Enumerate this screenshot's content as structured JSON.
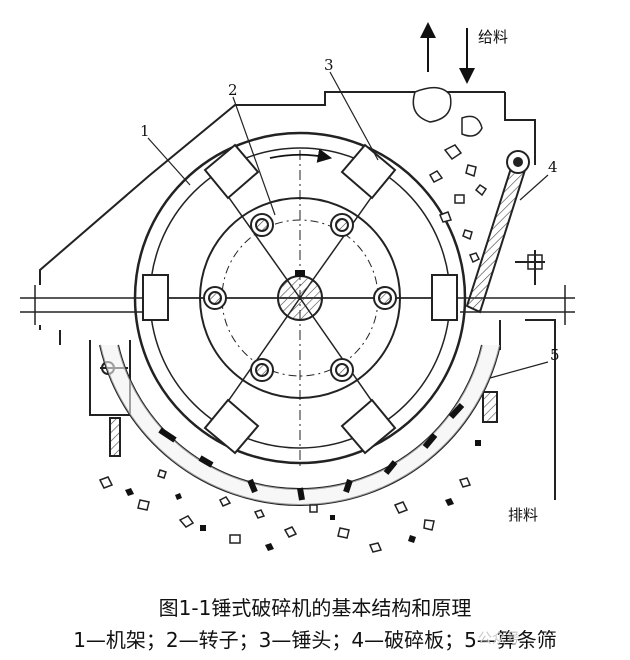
{
  "diagram": {
    "labels": {
      "part1": "1",
      "part2": "2",
      "part3": "3",
      "part4": "4",
      "part5": "5",
      "feed": "给料",
      "discharge": "排料"
    }
  },
  "caption": {
    "title": "图1-1锤式破碎机的基本结构和原理",
    "legend": "1—机架；2—转子；3—锤头；4—破碎板；5—箅条筛"
  },
  "watermark": "公众号"
}
